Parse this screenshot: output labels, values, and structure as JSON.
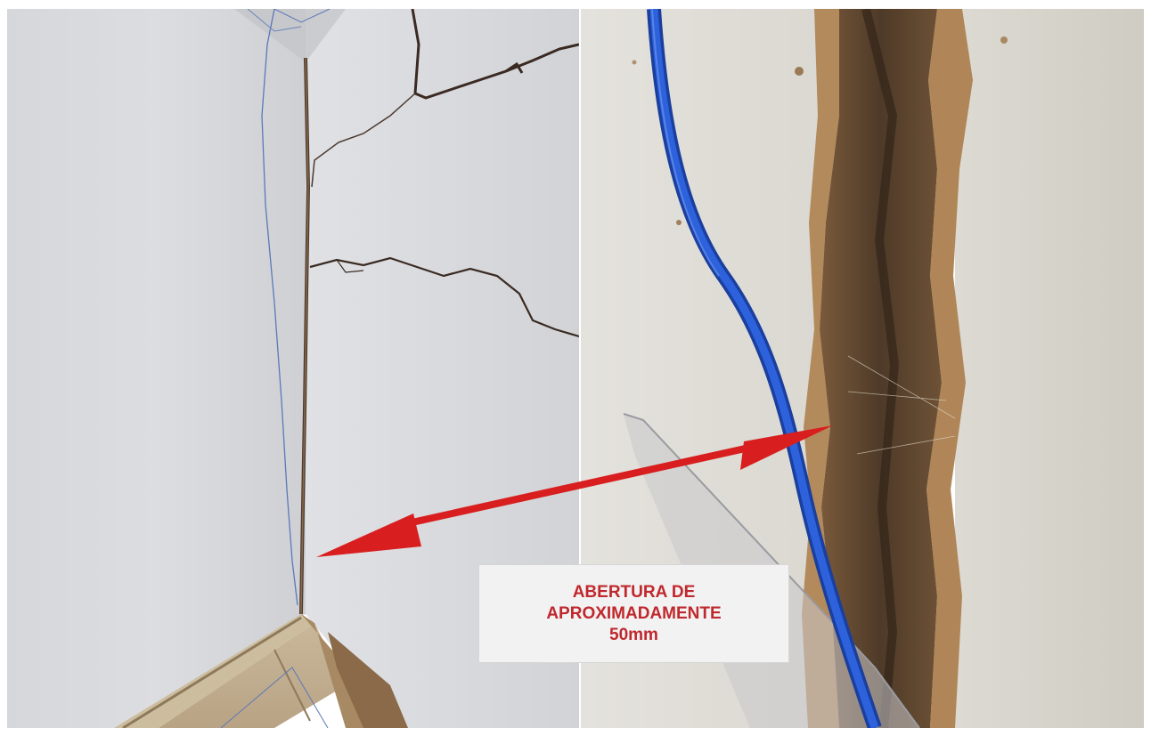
{
  "annotation": {
    "lines": [
      "ABERTURA DE",
      "APROXIMADAMENTE",
      "50mm"
    ],
    "text_color": "#c0282d"
  },
  "arrow": {
    "color": "#d81e1e"
  },
  "photos": [
    {
      "name": "wall-corner-crack-photo"
    },
    {
      "name": "wall-gap-closeup-photo"
    }
  ],
  "colors": {
    "wall": "#dadbdd",
    "cable_blue": "#1e4fc4",
    "exposed_brick": "#a57a4e",
    "crack_dark": "#3a2a22"
  }
}
